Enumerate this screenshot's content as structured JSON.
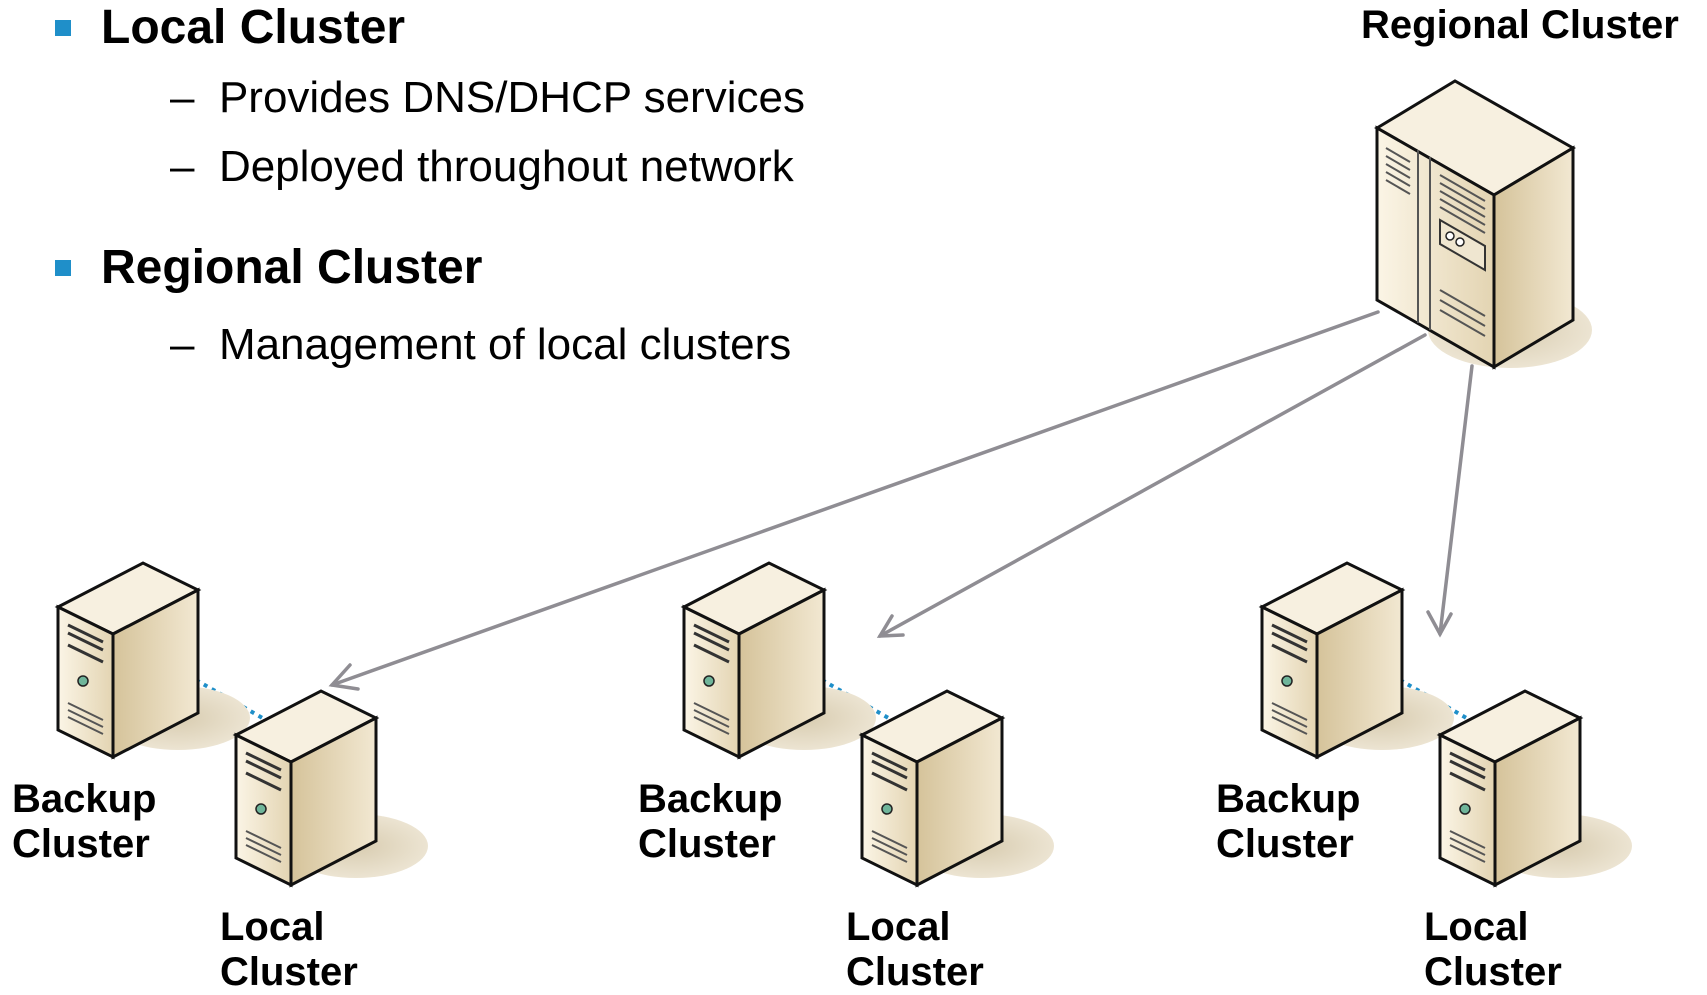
{
  "bullets": [
    {
      "heading": "Local Cluster",
      "subs": [
        "Provides DNS/DHCP services",
        "Deployed throughout network"
      ]
    },
    {
      "heading": "Regional Cluster",
      "subs": [
        "Management of local clusters"
      ]
    }
  ],
  "dash": "–",
  "diagram": {
    "regional_label": "Regional Cluster",
    "backup_label": [
      "Backup",
      "Cluster"
    ],
    "local_label": [
      "Local",
      "Cluster"
    ]
  },
  "colors": {
    "bullet": "#1f8fc9",
    "arrow": "#8f8d93",
    "dotted_link": "#1f8fc9",
    "server_body": "#e6d8b8"
  }
}
